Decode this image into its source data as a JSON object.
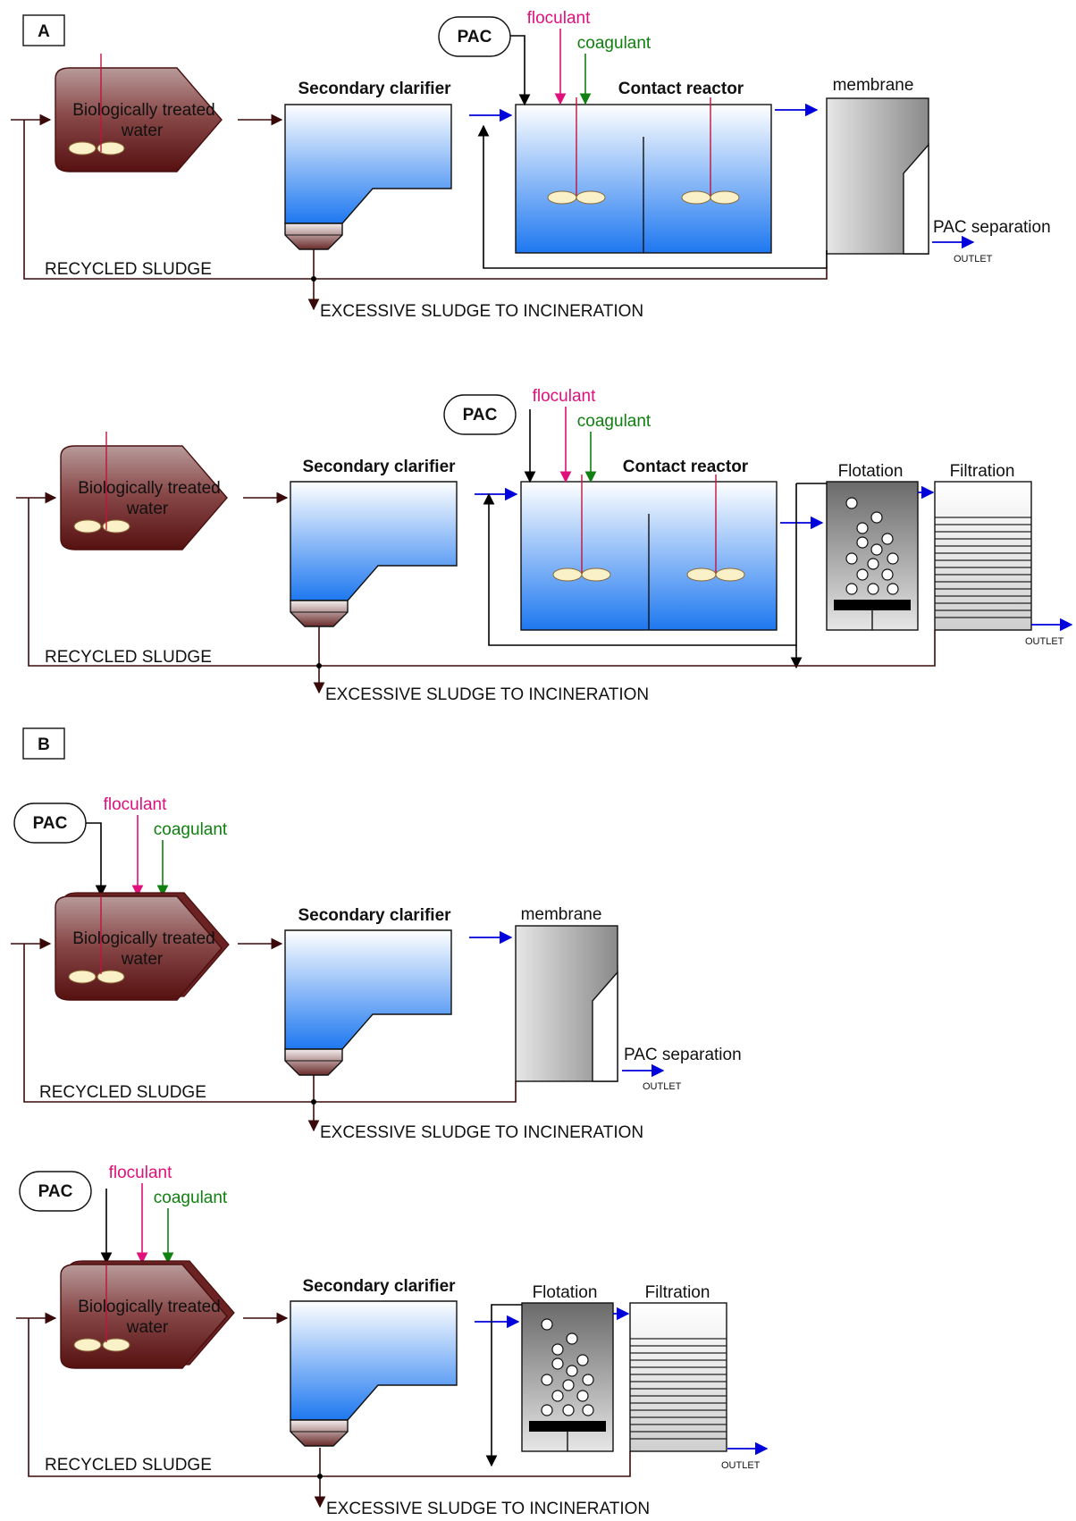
{
  "section_labels": {
    "a": "A",
    "b": "B"
  },
  "labels": {
    "pac": "PAC",
    "floculant": "floculant",
    "coagulant": "coagulant",
    "bio_line1": "Biologically treated",
    "bio_line2": "water",
    "secondary_clarifier": "Secondary clarifier",
    "contact_reactor": "Contact reactor",
    "membrane": "membrane",
    "pac_separation": "PAC separation",
    "outlet": "OUTLET",
    "recycled_sludge": "RECYCLED SLUDGE",
    "excessive_sludge": "EXCESSIVE SLUDGE TO INCINERATION",
    "flotation": "Flotation",
    "filtration": "Filtration"
  },
  "colors": {
    "bio_tank_top": "#b08a8a",
    "bio_tank_bottom": "#5a1414",
    "clarifier_top": "#ffffff",
    "clarifier_bottom": "#1e78f0",
    "membrane_grey": "#9a9a9a",
    "flow_arrow": "#0000dd",
    "floculant": "#e0107a",
    "coagulant": "#108010",
    "sludge_line": "#3a0a0a"
  }
}
